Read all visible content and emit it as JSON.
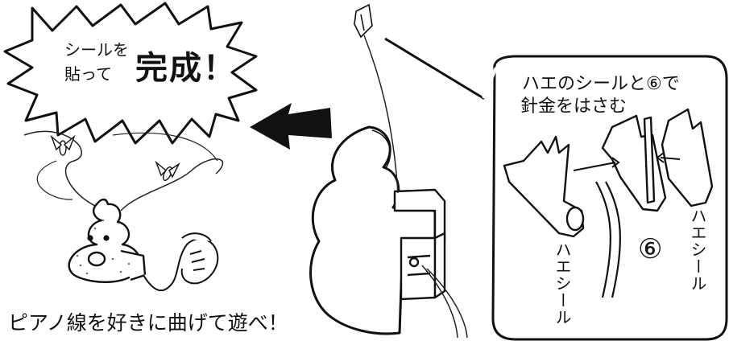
{
  "burst": {
    "line1": "シールを",
    "line2": "貼って",
    "big": "完成！"
  },
  "caption": "ピアノ線を好きに曲げて遊べ！",
  "panel": {
    "line1": "ハエのシールと⑥で",
    "line2": "針金をはさむ"
  },
  "labels": {
    "fly_left": "ハエシール",
    "fly_right": "ハエシール",
    "part_number": "⑥"
  }
}
